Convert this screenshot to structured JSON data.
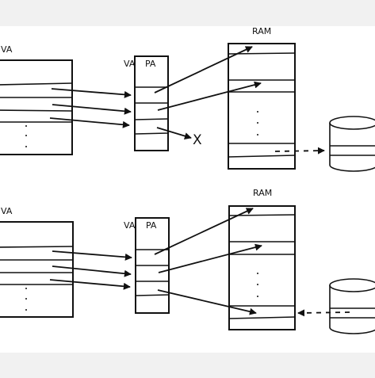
{
  "panels": [
    {
      "va_label": "VA",
      "table_va_label": "VA",
      "table_pa_label": "PA",
      "ram_label": "RAM",
      "fault_marker": "X"
    },
    {
      "va_label": "VA",
      "table_va_label": "VA",
      "table_pa_label": "PA",
      "ram_label": "RAM"
    }
  ]
}
